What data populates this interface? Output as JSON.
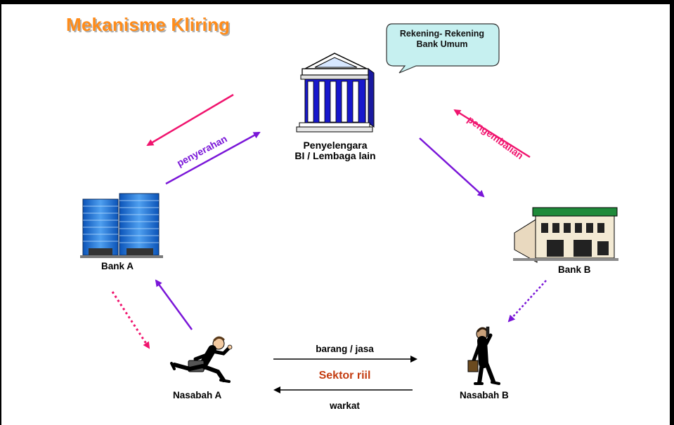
{
  "title": "Mekanisme Kliring",
  "callout": {
    "line1": "Rekening- Rekening",
    "line2": "Bank Umum"
  },
  "nodes": {
    "center_line1": "Penyelengara",
    "center_line2": "BI / Lembaga lain",
    "bank_a": "Bank A",
    "bank_b": "Bank B",
    "nasabah_a": "Nasabah A",
    "nasabah_b": "Nasabah B"
  },
  "flows": {
    "penyerahan": "penyerahan",
    "pengembalian": "pengembalian",
    "barang_jasa": "barang / jasa",
    "sektor_riil": "Sektor riil",
    "warkat": "warkat"
  },
  "colors": {
    "title": "#ff8c1a",
    "magenta_arrow": "#f0146e",
    "purple_arrow": "#7a16d8",
    "sektor_riil": "#c43c10",
    "callout_fill": "#c6f0f0"
  }
}
